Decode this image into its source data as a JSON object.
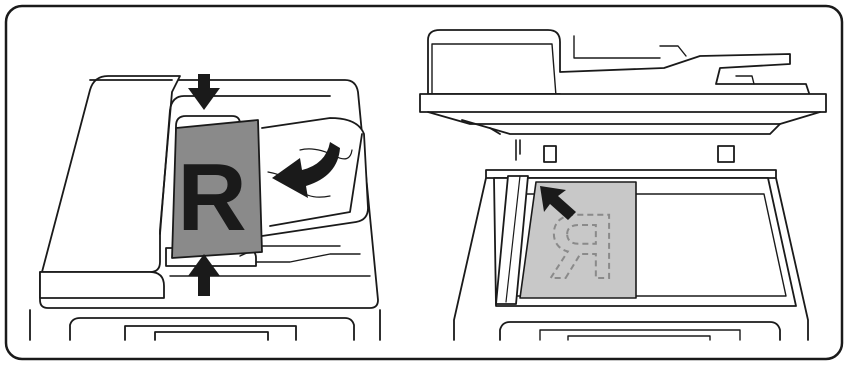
{
  "figure": {
    "panels": [
      {
        "id": "document-feeder",
        "arrows": [
          "down-arrow",
          "up-arrow",
          "curved-arrow"
        ],
        "document_letter": "R"
      },
      {
        "id": "document-glass",
        "arrows": [
          "corner-arrow"
        ],
        "document_letter": "R"
      }
    ],
    "colors": {
      "line": "#1a1a1a",
      "document_left": "#8a8a8a",
      "document_right": "#c8c8c8",
      "letter_left": "#1a1a1a",
      "letter_right": "#9a9a9a",
      "glass": "#ffffff"
    }
  }
}
